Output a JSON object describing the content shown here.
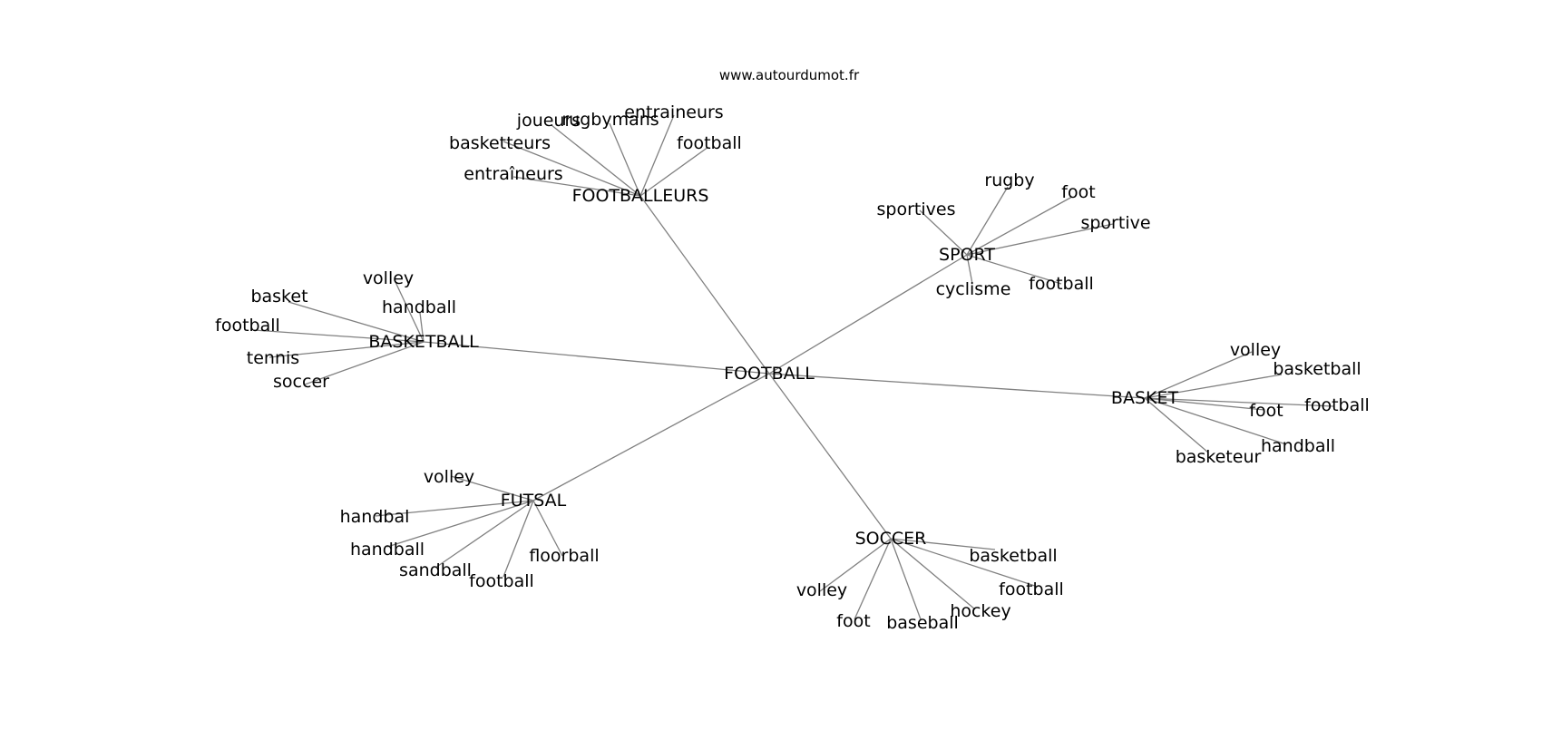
{
  "source": "www.autourdumot.fr",
  "colors": {
    "edge": "#808080",
    "text": "#000000",
    "background": "#ffffff"
  },
  "graph": {
    "center": "FOOTBALL",
    "hubs": [
      {
        "label": "FOOTBALLEURS",
        "leaves": [
          "joueurs",
          "rugbymans",
          "entraineurs",
          "football",
          "basketteurs",
          "entraîneurs"
        ]
      },
      {
        "label": "SPORT",
        "leaves": [
          "rugby",
          "foot",
          "sportives",
          "sportive",
          "cyclisme",
          "football"
        ]
      },
      {
        "label": "BASKETBALL",
        "leaves": [
          "volley",
          "basket",
          "handball",
          "football",
          "tennis",
          "soccer"
        ]
      },
      {
        "label": "BASKET",
        "leaves": [
          "volley",
          "basketball",
          "foot",
          "football",
          "handball",
          "basketeur"
        ]
      },
      {
        "label": "FUTSAL",
        "leaves": [
          "volley",
          "handbal",
          "handball",
          "floorball",
          "sandball",
          "football"
        ]
      },
      {
        "label": "SOCCER",
        "leaves": [
          "basketball",
          "football",
          "volley",
          "hockey",
          "foot",
          "baseball"
        ]
      }
    ]
  }
}
